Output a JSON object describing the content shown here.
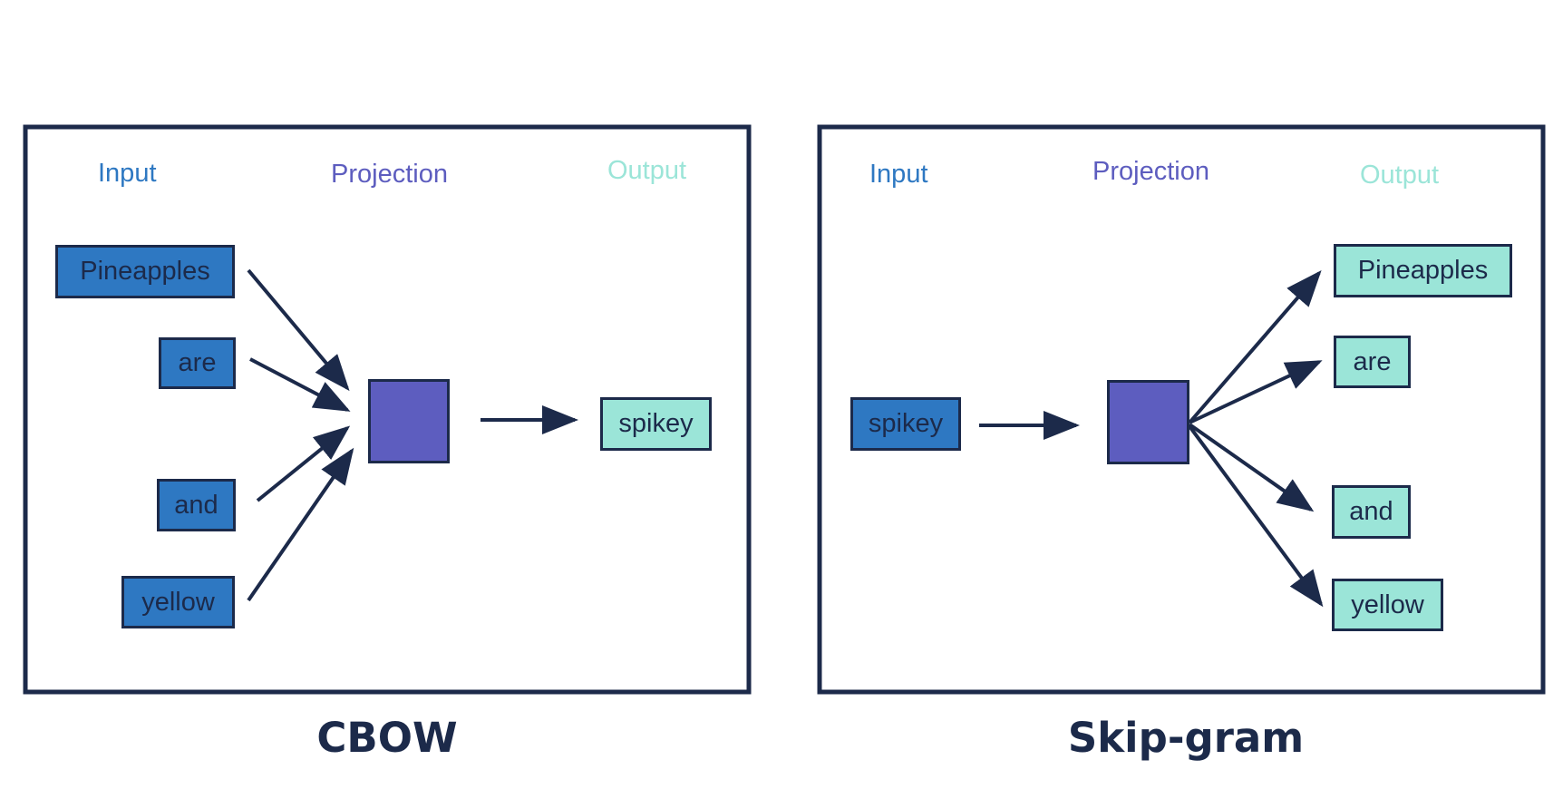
{
  "headers": {
    "input": "Input",
    "projection": "Projection",
    "output": "Output"
  },
  "cbow": {
    "title": "CBOW",
    "inputs": [
      "Pineapples",
      "are",
      "and",
      "yellow"
    ],
    "output": "spikey"
  },
  "skipgram": {
    "title": "Skip-gram",
    "input": "spikey",
    "outputs": [
      "Pineapples",
      "are",
      "and",
      "yellow"
    ]
  },
  "colors": {
    "input_box": "#2e78c2",
    "projection_box": "#5d5dbf",
    "output_box": "#9be5d8",
    "border": "#1c2a4a"
  }
}
